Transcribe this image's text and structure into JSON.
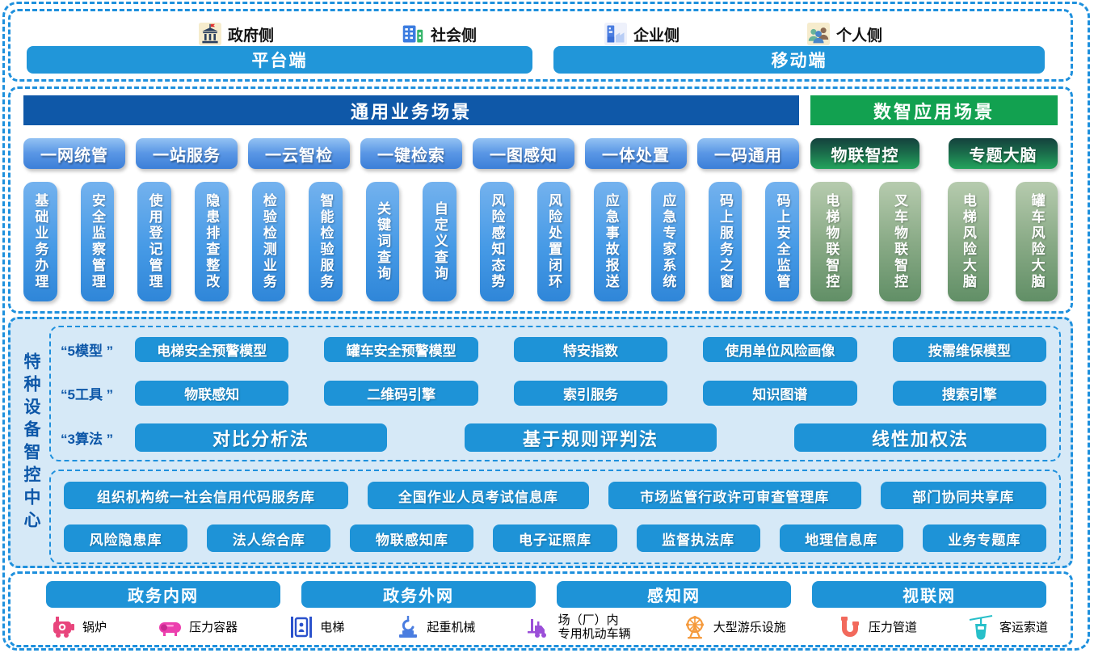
{
  "colors": {
    "dashed_border": "#1e90dd",
    "flat_blue": "#1e93d7",
    "header_dark_blue": "#0f58a8",
    "header_green": "#12a150",
    "center_background": "#d6e9f7"
  },
  "top": {
    "clients": [
      {
        "label": "政府侧",
        "icon": "government-icon"
      },
      {
        "label": "社会侧",
        "icon": "society-icon"
      },
      {
        "label": "企业侧",
        "icon": "enterprise-icon"
      },
      {
        "label": "个人侧",
        "icon": "personal-icon"
      }
    ],
    "terminals": [
      {
        "label": "平台端"
      },
      {
        "label": "移动端"
      }
    ]
  },
  "scenarios": {
    "general": {
      "title": "通用业务场景",
      "buttons": [
        "一网统管",
        "一站服务",
        "一云智检",
        "一键检索",
        "一图感知",
        "一体处置",
        "一码通用"
      ],
      "pills": [
        "基础业务办理",
        "安全监察管理",
        "使用登记管理",
        "隐患排查整改",
        "检验检测业务",
        "智能检验服务",
        "关键词查询",
        "自定义查询",
        "风险感知态势",
        "风险处置闭环",
        "应急事故报送",
        "应急专家系统",
        "码上服务之窗",
        "码上安全监管"
      ]
    },
    "digital": {
      "title": "数智应用场景",
      "buttons": [
        "物联智控",
        "专题大脑"
      ],
      "pills": [
        "电梯物联智控",
        "叉车物联智控",
        "电梯风险大脑",
        "罐车风险大脑"
      ]
    }
  },
  "center": {
    "side_label": "特种设备智控中心",
    "capability_rows": [
      {
        "label": "“5模型 ”",
        "items": [
          "电梯安全预警模型",
          "罐车安全预警模型",
          "特安指数",
          "使用单位风险画像",
          "按需维保模型"
        ]
      },
      {
        "label": "“5工具 ”",
        "items": [
          "物联感知",
          "二维码引擎",
          "索引服务",
          "知识图谱",
          "搜索引擎"
        ]
      },
      {
        "label": "“3算法 ”",
        "items": [
          "对比分析法",
          "基于规则评判法",
          "线性加权法"
        ]
      }
    ],
    "databases": {
      "row1": [
        "组织机构统一社会信用代码服务库",
        "全国作业人员考试信息库",
        "市场监管行政许可审查管理库",
        "部门协同共享库"
      ],
      "row2": [
        "风险隐患库",
        "法人综合库",
        "物联感知库",
        "电子证照库",
        "监督执法库",
        "地理信息库",
        "业务专题库"
      ]
    }
  },
  "networks": [
    "政务内网",
    "政务外网",
    "感知网",
    "视联网"
  ],
  "equipment": [
    {
      "label": "锅炉",
      "icon": "boiler-icon",
      "color": "#e8457c"
    },
    {
      "label": "压力容器",
      "icon": "pressure-vessel-icon",
      "color": "#ec3fae"
    },
    {
      "label": "电梯",
      "icon": "elevator-icon",
      "color": "#2b52cc"
    },
    {
      "label": "起重机械",
      "icon": "crane-icon",
      "color": "#4a7de0"
    },
    {
      "label": "场（厂）内\n专用机动车辆",
      "icon": "factory-vehicle-icon",
      "color": "#9b4fd8"
    },
    {
      "label": "大型游乐设施",
      "icon": "amusement-ride-icon",
      "color": "#f59a3c"
    },
    {
      "label": "压力管道",
      "icon": "pressure-pipeline-icon",
      "color": "#f2695c"
    },
    {
      "label": "客运索道",
      "icon": "passenger-ropeway-icon",
      "color": "#27bfc9"
    }
  ]
}
